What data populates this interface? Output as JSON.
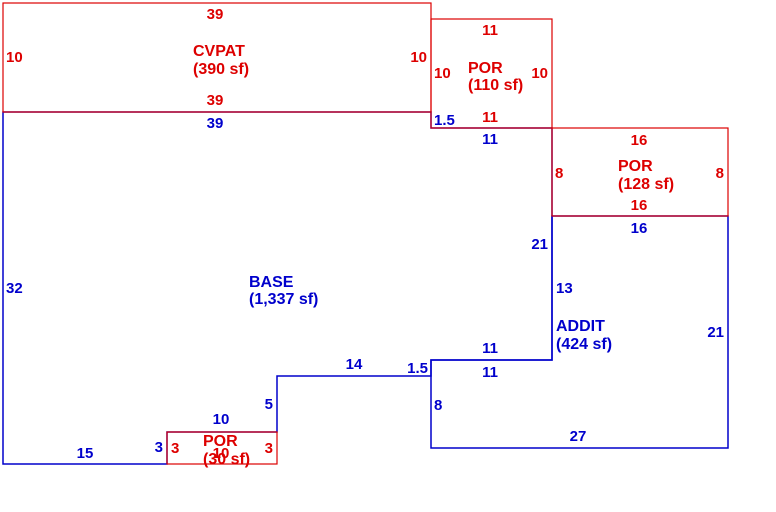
{
  "colors": {
    "main": "#0000cc",
    "addition": "#dd0000",
    "background": "#ffffff"
  },
  "areas": {
    "cvpat": {
      "name": "CVPAT",
      "size": "(390 sf)"
    },
    "por_top": {
      "name": "POR",
      "size": "(110 sf)"
    },
    "por_right": {
      "name": "POR",
      "size": "(128 sf)"
    },
    "base": {
      "name": "BASE",
      "size": "(1,337 sf)"
    },
    "addit": {
      "name": "ADDIT",
      "size": "(424 sf)"
    },
    "por_small": {
      "name": "POR",
      "size": "(30 sf)"
    }
  },
  "dims": {
    "cvpat_top": "39",
    "cvpat_left": "10",
    "cvpat_right": "10",
    "cvpat_bottom": "39",
    "por1_top": "11",
    "por1_left": "10",
    "por1_right": "10",
    "por1_bottom": "11",
    "por2_top": "16",
    "por2_left": "8",
    "por2_right": "8",
    "por2_bottom": "16",
    "base_top": "39",
    "base_left": "32",
    "base_step_a": "1.5",
    "base_seg_b": "11",
    "base_right": "21",
    "base_lower_a": "11",
    "base_lower_b": "1.5",
    "base_lower_c": "14",
    "base_step_c": "5",
    "base_seg_d": "10",
    "base_seg_e": "3",
    "base_bottom": "15",
    "addit_top": "16",
    "addit_right": "21",
    "addit_bottom": "27",
    "addit_left": "8",
    "addit_lower": "11",
    "addit_mid": "13",
    "pors_left": "3",
    "pors_right": "3",
    "pors_top": "10"
  }
}
